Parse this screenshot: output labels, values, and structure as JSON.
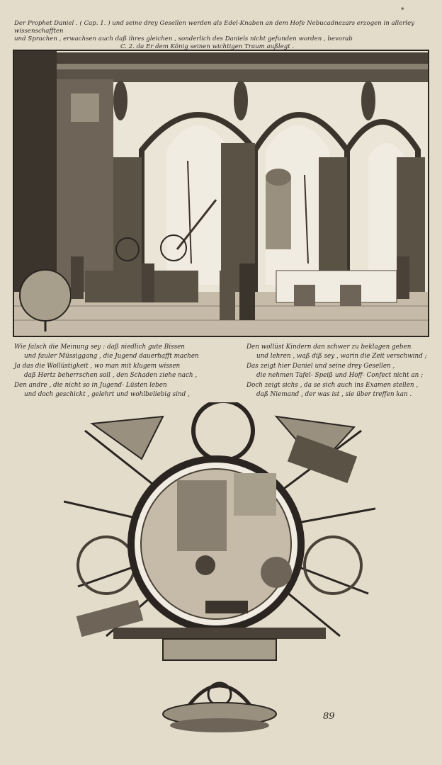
{
  "page_mark": "*",
  "caption": {
    "line1": "Der Prophet Daniel . ( Cap. 1. ) und seine drey Gesellen werden als Edel-Knaben an dem Hofe Nebucadnezars erzogen in allerley wissenschafften",
    "line2": "und Sprachen , erwachsen auch daß ihres gleichen , sonderlich des Daniels nicht gefunden worden , bevorab",
    "line3": "C. 2. da Er dem König seinen wichtigen Traum außlegt ."
  },
  "verse_left": [
    "Wie falsch die Meinung sey : daß niedlich gute Bissen",
    "und fauler Müssiggang , die Jugend dauerhafft machen",
    "Ja das die Wollüstigkeit , wo man mit klugem wissen",
    "daß Hertz beherrschen soll , den Schaden ziehe nach ,",
    "Den andre , die nicht so in Jugend- Lüsten leben",
    "und doch geschickt , gelehrt und wohlbeliebig sind ,"
  ],
  "verse_right": [
    "Den wollüst Kindern dan schwer zu beklagen geben",
    "und lehren , waß diß sey , warin die Zeit verschwind ;",
    "Das zeigt hier Daniel und seine drey Gesellen ,",
    "die nehmen Tafel- Speiß und Hoff- Confect nicht an ;",
    "Doch zeigt sichs , da se sich auch ins Examen stellen ,",
    "daß Niemand , der was ist , sie über treffen kan ."
  ],
  "folio": "89",
  "colors": {
    "paper": "#e4dccb",
    "ink": "#2a2520",
    "plate": "#ebe5d7"
  }
}
